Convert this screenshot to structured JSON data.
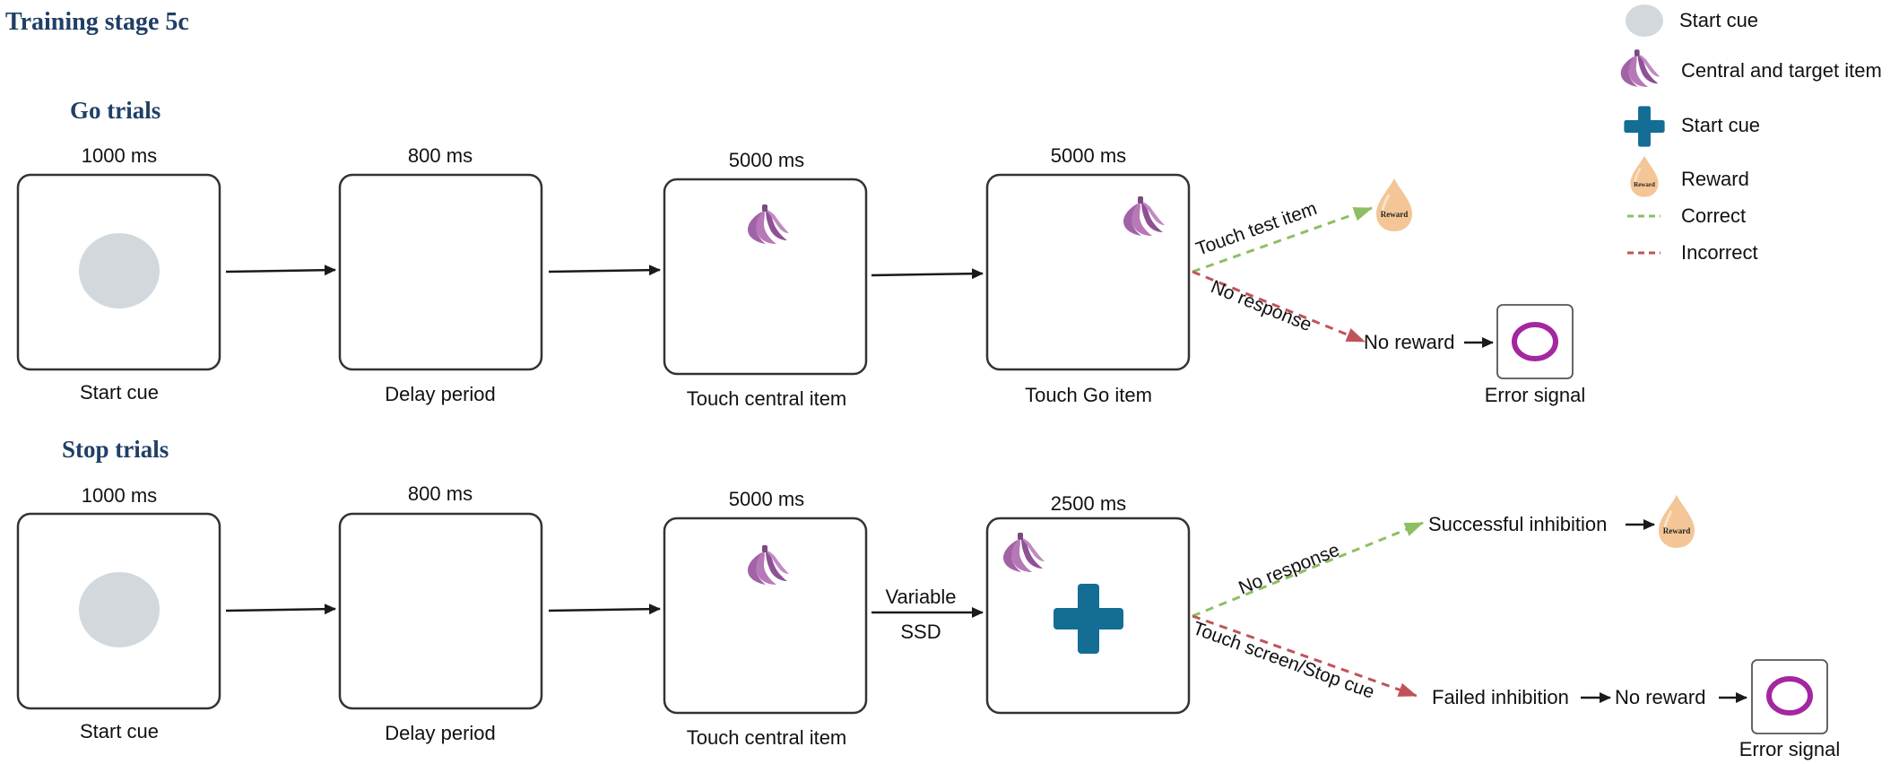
{
  "title": "Training stage 5c",
  "go": {
    "heading": "Go trials",
    "durations": [
      "1000 ms",
      "800 ms",
      "5000 ms",
      "5000 ms"
    ],
    "captions": [
      "Start cue",
      "Delay period",
      "Touch central item",
      "Touch Go item"
    ],
    "branch_correct": "Touch test item",
    "branch_incorrect": "No response",
    "no_reward": "No reward",
    "error_signal": "Error signal"
  },
  "stop": {
    "heading": "Stop trials",
    "durations": [
      "1000 ms",
      "800 ms",
      "5000 ms",
      "2500 ms"
    ],
    "captions": [
      "Start cue",
      "Delay period",
      "Touch central item"
    ],
    "ssd_line1": "Variable",
    "ssd_line2": "SSD",
    "branch_correct": "No response",
    "branch_incorrect": "Touch screen/Stop cue",
    "success": "Successful inhibition",
    "failed": "Failed inhibition",
    "no_reward": "No reward",
    "error_signal": "Error signal"
  },
  "reward_label": "Reward",
  "legend": [
    {
      "icon": "grey-circle-icon",
      "label": "Start cue"
    },
    {
      "icon": "banana-icon",
      "label": "Central and target item"
    },
    {
      "icon": "blue-cross-icon",
      "label": "Start cue"
    },
    {
      "icon": "reward-drop-icon",
      "label": "Reward"
    },
    {
      "icon": "green-dashed-line",
      "label": "Correct"
    },
    {
      "icon": "red-dashed-line",
      "label": "Incorrect"
    }
  ],
  "colors": {
    "heading": "#1f3f66",
    "start_cue": "#d3d8dc",
    "banana": "#a163a6",
    "stop_cue": "#136d94",
    "reward": "#f4c596",
    "correct": "#8dbf62",
    "incorrect": "#c0535a",
    "error_ring": "#a426a0"
  }
}
